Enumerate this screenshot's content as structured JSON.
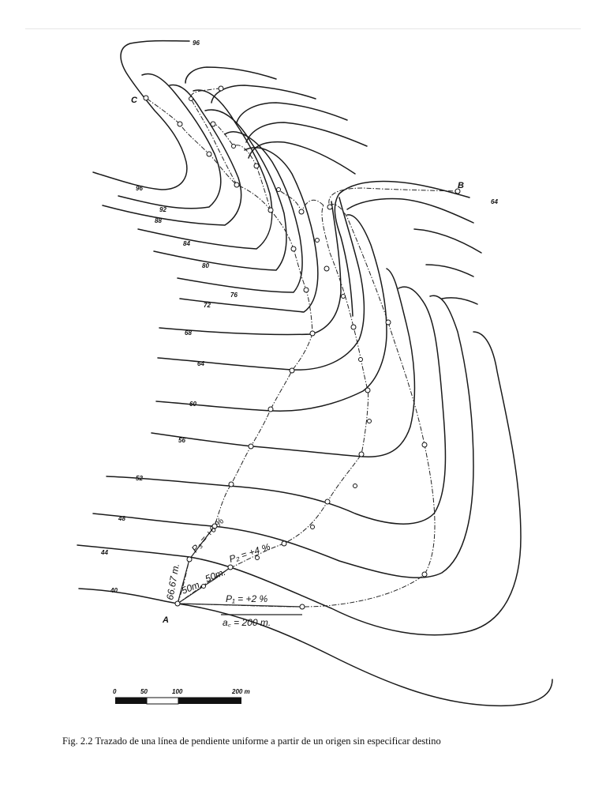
{
  "caption": "Fig. 2.2   Trazado de una línea de pendiente uniforme a partir de un origen sin especificar destino",
  "points": {
    "A": "A",
    "B": "B",
    "C": "C"
  },
  "annotations": {
    "p1": "P₁ = +2 %",
    "p2": "P₂ = +4 %",
    "p3": "P₃ = +6 %",
    "dist": "66.67 m.",
    "seg1": "50m.",
    "seg2": "50m.",
    "ac": "a꜀ = 200 m."
  },
  "contour_labels": {
    "c40": "40",
    "c44": "44",
    "c48": "48",
    "c52": "52",
    "c56": "56",
    "c60": "60",
    "c64": "64",
    "c68": "68",
    "c72": "72",
    "c76": "76",
    "c80": "80",
    "c84": "84",
    "c88": "88",
    "c92": "92",
    "c96": "96",
    "c96b": "96",
    "c64b": "64"
  },
  "scale_bar": {
    "t0": "0",
    "t50": "50",
    "t100": "100",
    "t200": "200 m"
  }
}
